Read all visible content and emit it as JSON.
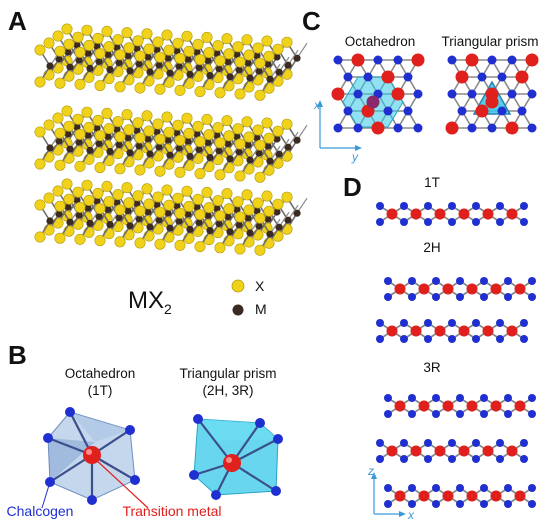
{
  "panels": {
    "a": "A",
    "b": "B",
    "c": "C",
    "d": "D"
  },
  "panel_a": {
    "formula_main": "MX",
    "formula_sub": "2",
    "legend": [
      {
        "label": "X",
        "color": "#f0d21a"
      },
      {
        "label": "M",
        "color": "#3a2a22"
      }
    ]
  },
  "panel_b": {
    "octa_title": "Octahedron",
    "octa_sub": "(1T)",
    "prism_title": "Triangular prism",
    "prism_sub": "(2H, 3R)",
    "chalcogen": "Chalcogen",
    "metal": "Transition metal"
  },
  "panel_c": {
    "octa_title": "Octahedron",
    "prism_title": "Triangular prism",
    "axis_x": "x",
    "axis_y": "y"
  },
  "panel_d": {
    "labels": [
      "1T",
      "2H",
      "3R"
    ],
    "axis_z": "z",
    "axis_x": "x"
  },
  "colors": {
    "chalcogen_yellow": "#f0d21a",
    "metal_dark": "#3a2a22",
    "chalcogen_blue": "#1f2fd0",
    "metal_red": "#e0201c",
    "highlight_cyan": "#35c8e8",
    "label_blue": "#1f2fd0",
    "label_red": "#e0201c",
    "axis_blue": "#3a9ad9"
  }
}
